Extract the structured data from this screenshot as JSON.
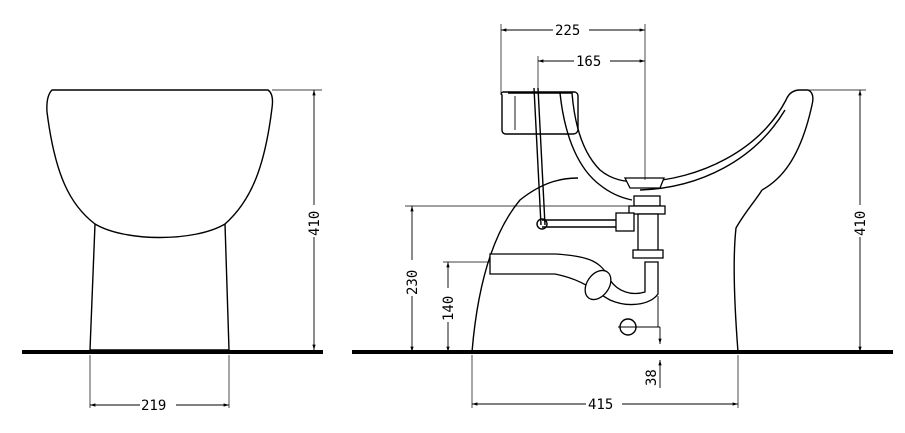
{
  "dimensions": {
    "front_height": "410",
    "front_width": "219",
    "side_width_225": "225",
    "side_width_165": "165",
    "side_height": "410",
    "side_230": "230",
    "side_140": "140",
    "side_38": "38",
    "side_depth": "415"
  }
}
